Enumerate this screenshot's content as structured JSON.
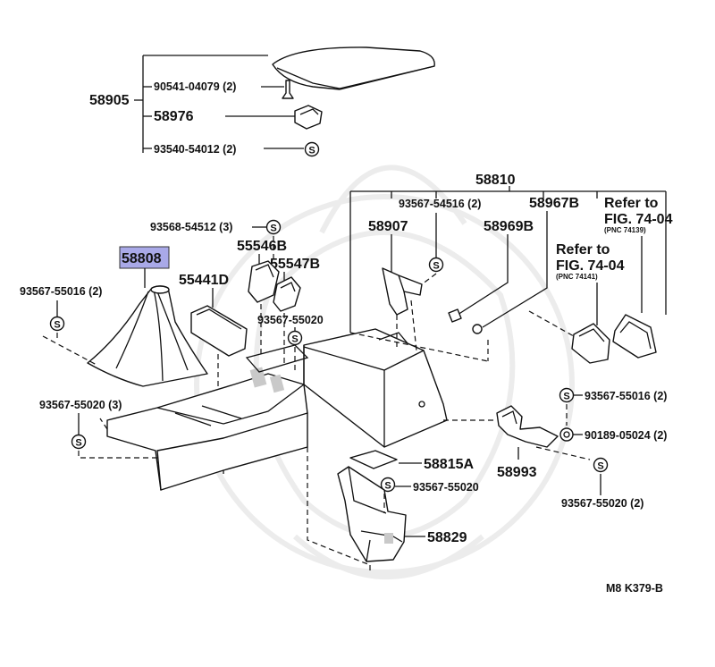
{
  "labels": {
    "armrest_assy": "58905",
    "screw_armrest": "90541-04079 (2)",
    "hinge": "58976",
    "screw_hinge": "93540-54012 (2)",
    "console_assy": "58810",
    "screw_console_top": "93568-54512 (3)",
    "shift_boot": "58808",
    "screw_boot": "93567-55016 (2)",
    "pocket_a": "55546B",
    "pocket_b": "55547B",
    "tray": "55441D",
    "screw_tray": "93567-55020",
    "screw_front": "93567-55020 (3)",
    "bracket_58907": "58907",
    "screw_bracket": "93567-54516 (2)",
    "clip_58969b": "58969B",
    "clip_58967b": "58967B",
    "refer_1_line1": "Refer to",
    "refer_1_line2": "FIG. 74-04",
    "refer_1_pnc": "(PNC 74139)",
    "refer_2_line1": "Refer to",
    "refer_2_line2": "FIG. 74-04",
    "refer_2_pnc": "(PNC 74141)",
    "screw_rear_upper": "93567-55016 (2)",
    "nut_rear": "90189-05024 (2)",
    "rear_bracket": "58993",
    "screw_rear_lower": "93567-55020 (2)",
    "mat": "58815A",
    "screw_box": "93567-55020",
    "box": "58829",
    "code": "M8  K379-B"
  },
  "highlight_color": "#a9a9e8"
}
